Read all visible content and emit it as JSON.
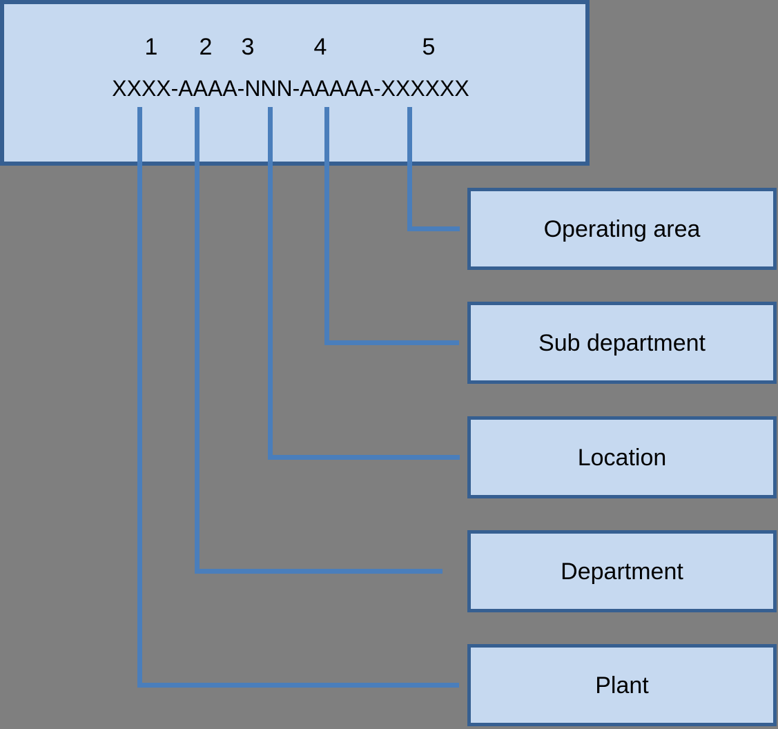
{
  "colors": {
    "background": "#7F7F7F",
    "box_fill": "#C6D9F0",
    "box_border": "#365F91",
    "connector_line": "#4A7EBB",
    "text": "#000000"
  },
  "code_box": {
    "markers": [
      "1",
      "2",
      "3",
      "4",
      "5"
    ],
    "code_text": "XXXX-AAAA-NNN-AAAAA-XXXXXX"
  },
  "label_boxes": [
    {
      "label": "Operating area",
      "connects_to_marker": "5"
    },
    {
      "label": "Sub department",
      "connects_to_marker": "4"
    },
    {
      "label": "Location",
      "connects_to_marker": "3"
    },
    {
      "label": "Department",
      "connects_to_marker": "2"
    },
    {
      "label": "Plant",
      "connects_to_marker": "1"
    }
  ]
}
